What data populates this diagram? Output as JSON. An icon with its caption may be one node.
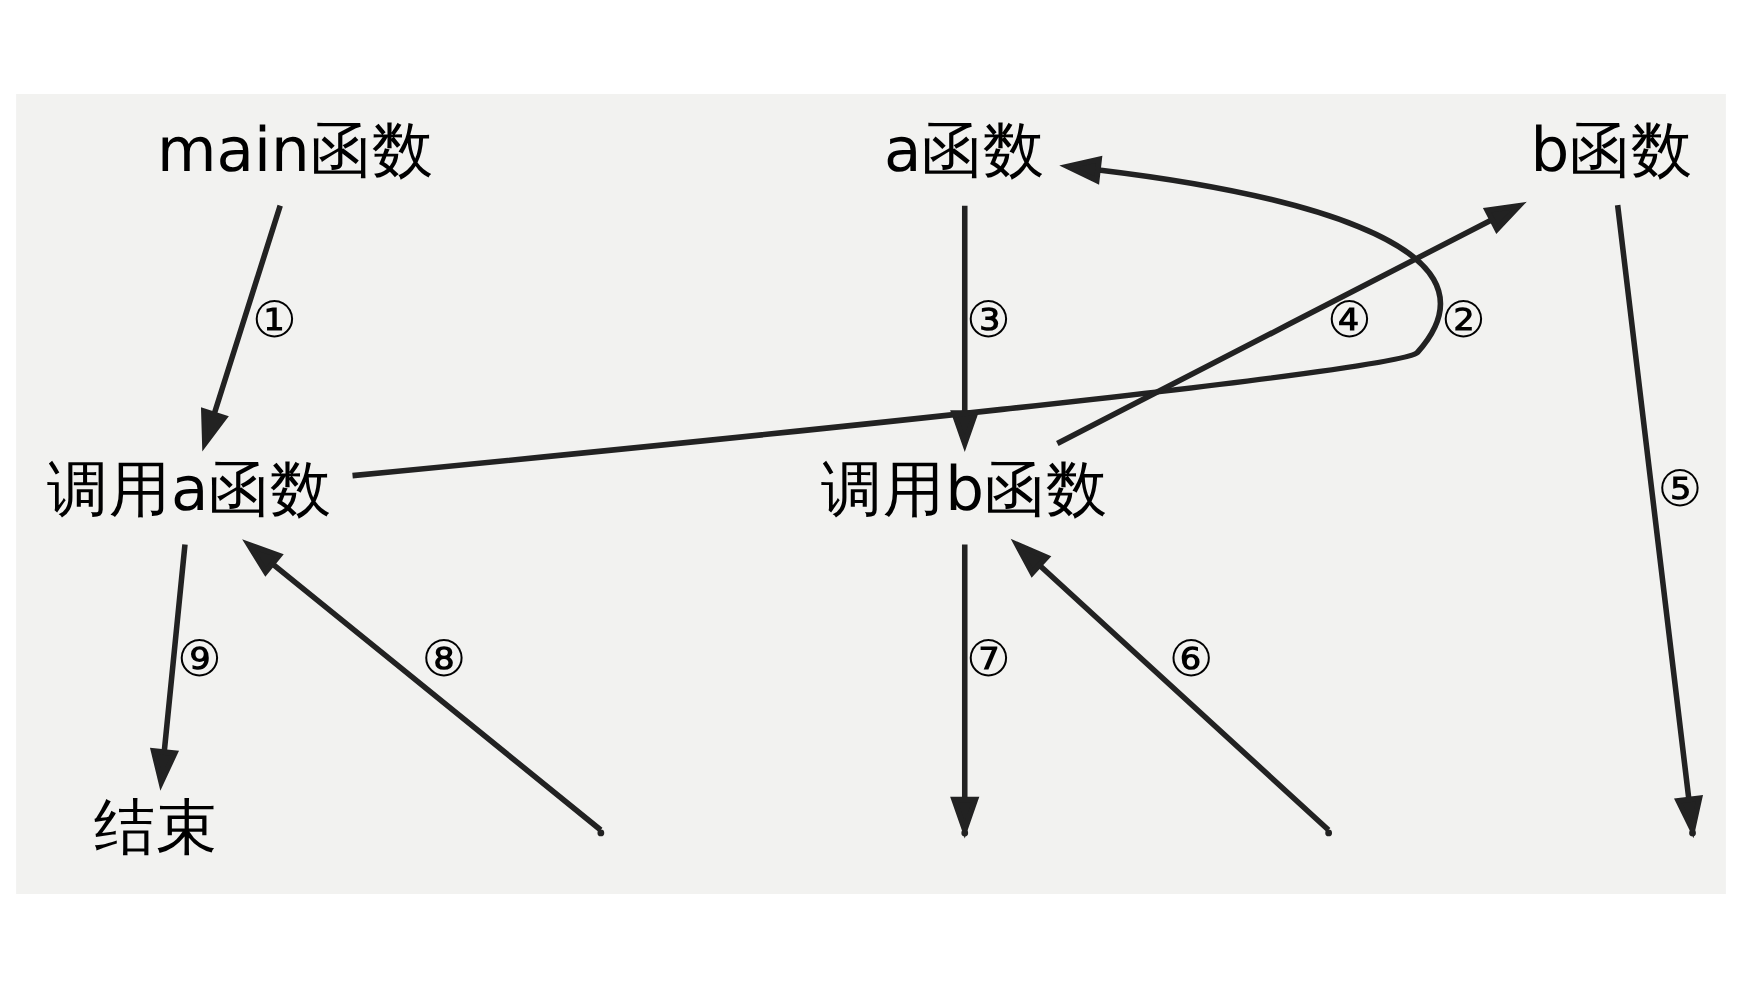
{
  "diagram": {
    "nodes": [
      {
        "text": [
          "main函数"
        ]
      },
      {
        "text": [
          "a函数"
        ]
      },
      {
        "text": [
          "b函数"
        ]
      },
      {
        "text": [
          "调用a函数"
        ]
      },
      {
        "text": [
          "调用b函数"
        ]
      },
      {
        "text": [
          "结束"
        ]
      }
    ],
    "edges": [
      {
        "from": 0,
        "to": 3,
        "arrow": "to",
        "label": "①"
      },
      {
        "from": 3,
        "to": 1,
        "arrow": "to",
        "label": "②"
      },
      {
        "from": 1,
        "to": 4,
        "arrow": "to",
        "label": "③"
      },
      {
        "from": 4,
        "to": 2,
        "arrow": "to",
        "label": "④"
      },
      {
        "from": 2,
        "to": null,
        "arrow": "to",
        "label": "⑤"
      },
      {
        "from": null,
        "to": 4,
        "arrow": "to",
        "label": "⑥"
      },
      {
        "from": 4,
        "to": null,
        "arrow": "to",
        "label": "⑦"
      },
      {
        "from": null,
        "to": 3,
        "arrow": "to",
        "label": "⑧"
      },
      {
        "from": 3,
        "to": 5,
        "arrow": "to",
        "label": "⑨"
      }
    ]
  }
}
